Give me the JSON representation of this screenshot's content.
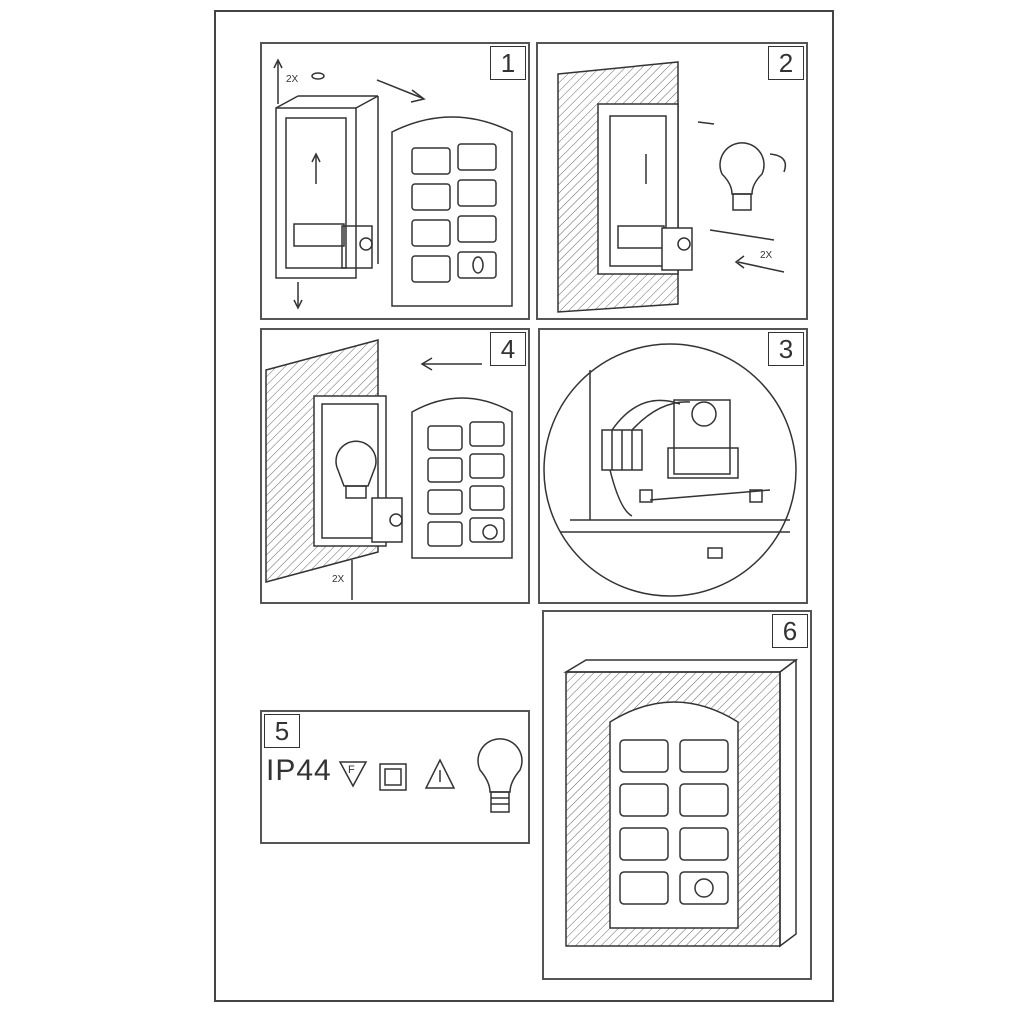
{
  "steps": {
    "step1": "1",
    "step2": "2",
    "step3": "3",
    "step4": "4",
    "step5": "5",
    "step6": "6"
  },
  "labels": {
    "qty_step1": "2X",
    "qty_step2": "2X",
    "qty_step4": "2X",
    "ip_rating": "IP44",
    "f_mark": "F"
  },
  "colors": {
    "line": "#333333",
    "hatch": "#666666"
  }
}
